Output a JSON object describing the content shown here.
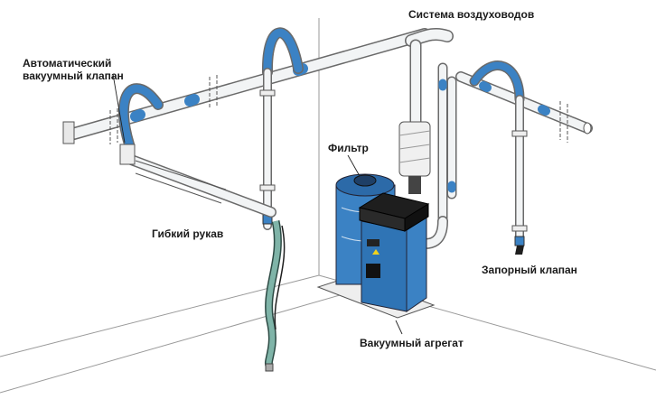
{
  "diagram": {
    "title": "Central vacuum system layout",
    "labels": {
      "duct_system": "Система воздуховодов",
      "auto_valve_line1": "Автоматический",
      "auto_valve_line2": "вакуумный клапан",
      "filter": "Фильтр",
      "flexible_hose": "Гибкий рукав",
      "shutoff_valve": "Запорный клапан",
      "vacuum_unit": "Вакуумный агрегат"
    },
    "colors": {
      "equipment_blue": "#3b82c4",
      "pipe_white": "#f2f4f5",
      "outline": "#5a5a5a",
      "lid_black": "#1e1e1e",
      "hose_green": "#7fb4a8"
    }
  }
}
